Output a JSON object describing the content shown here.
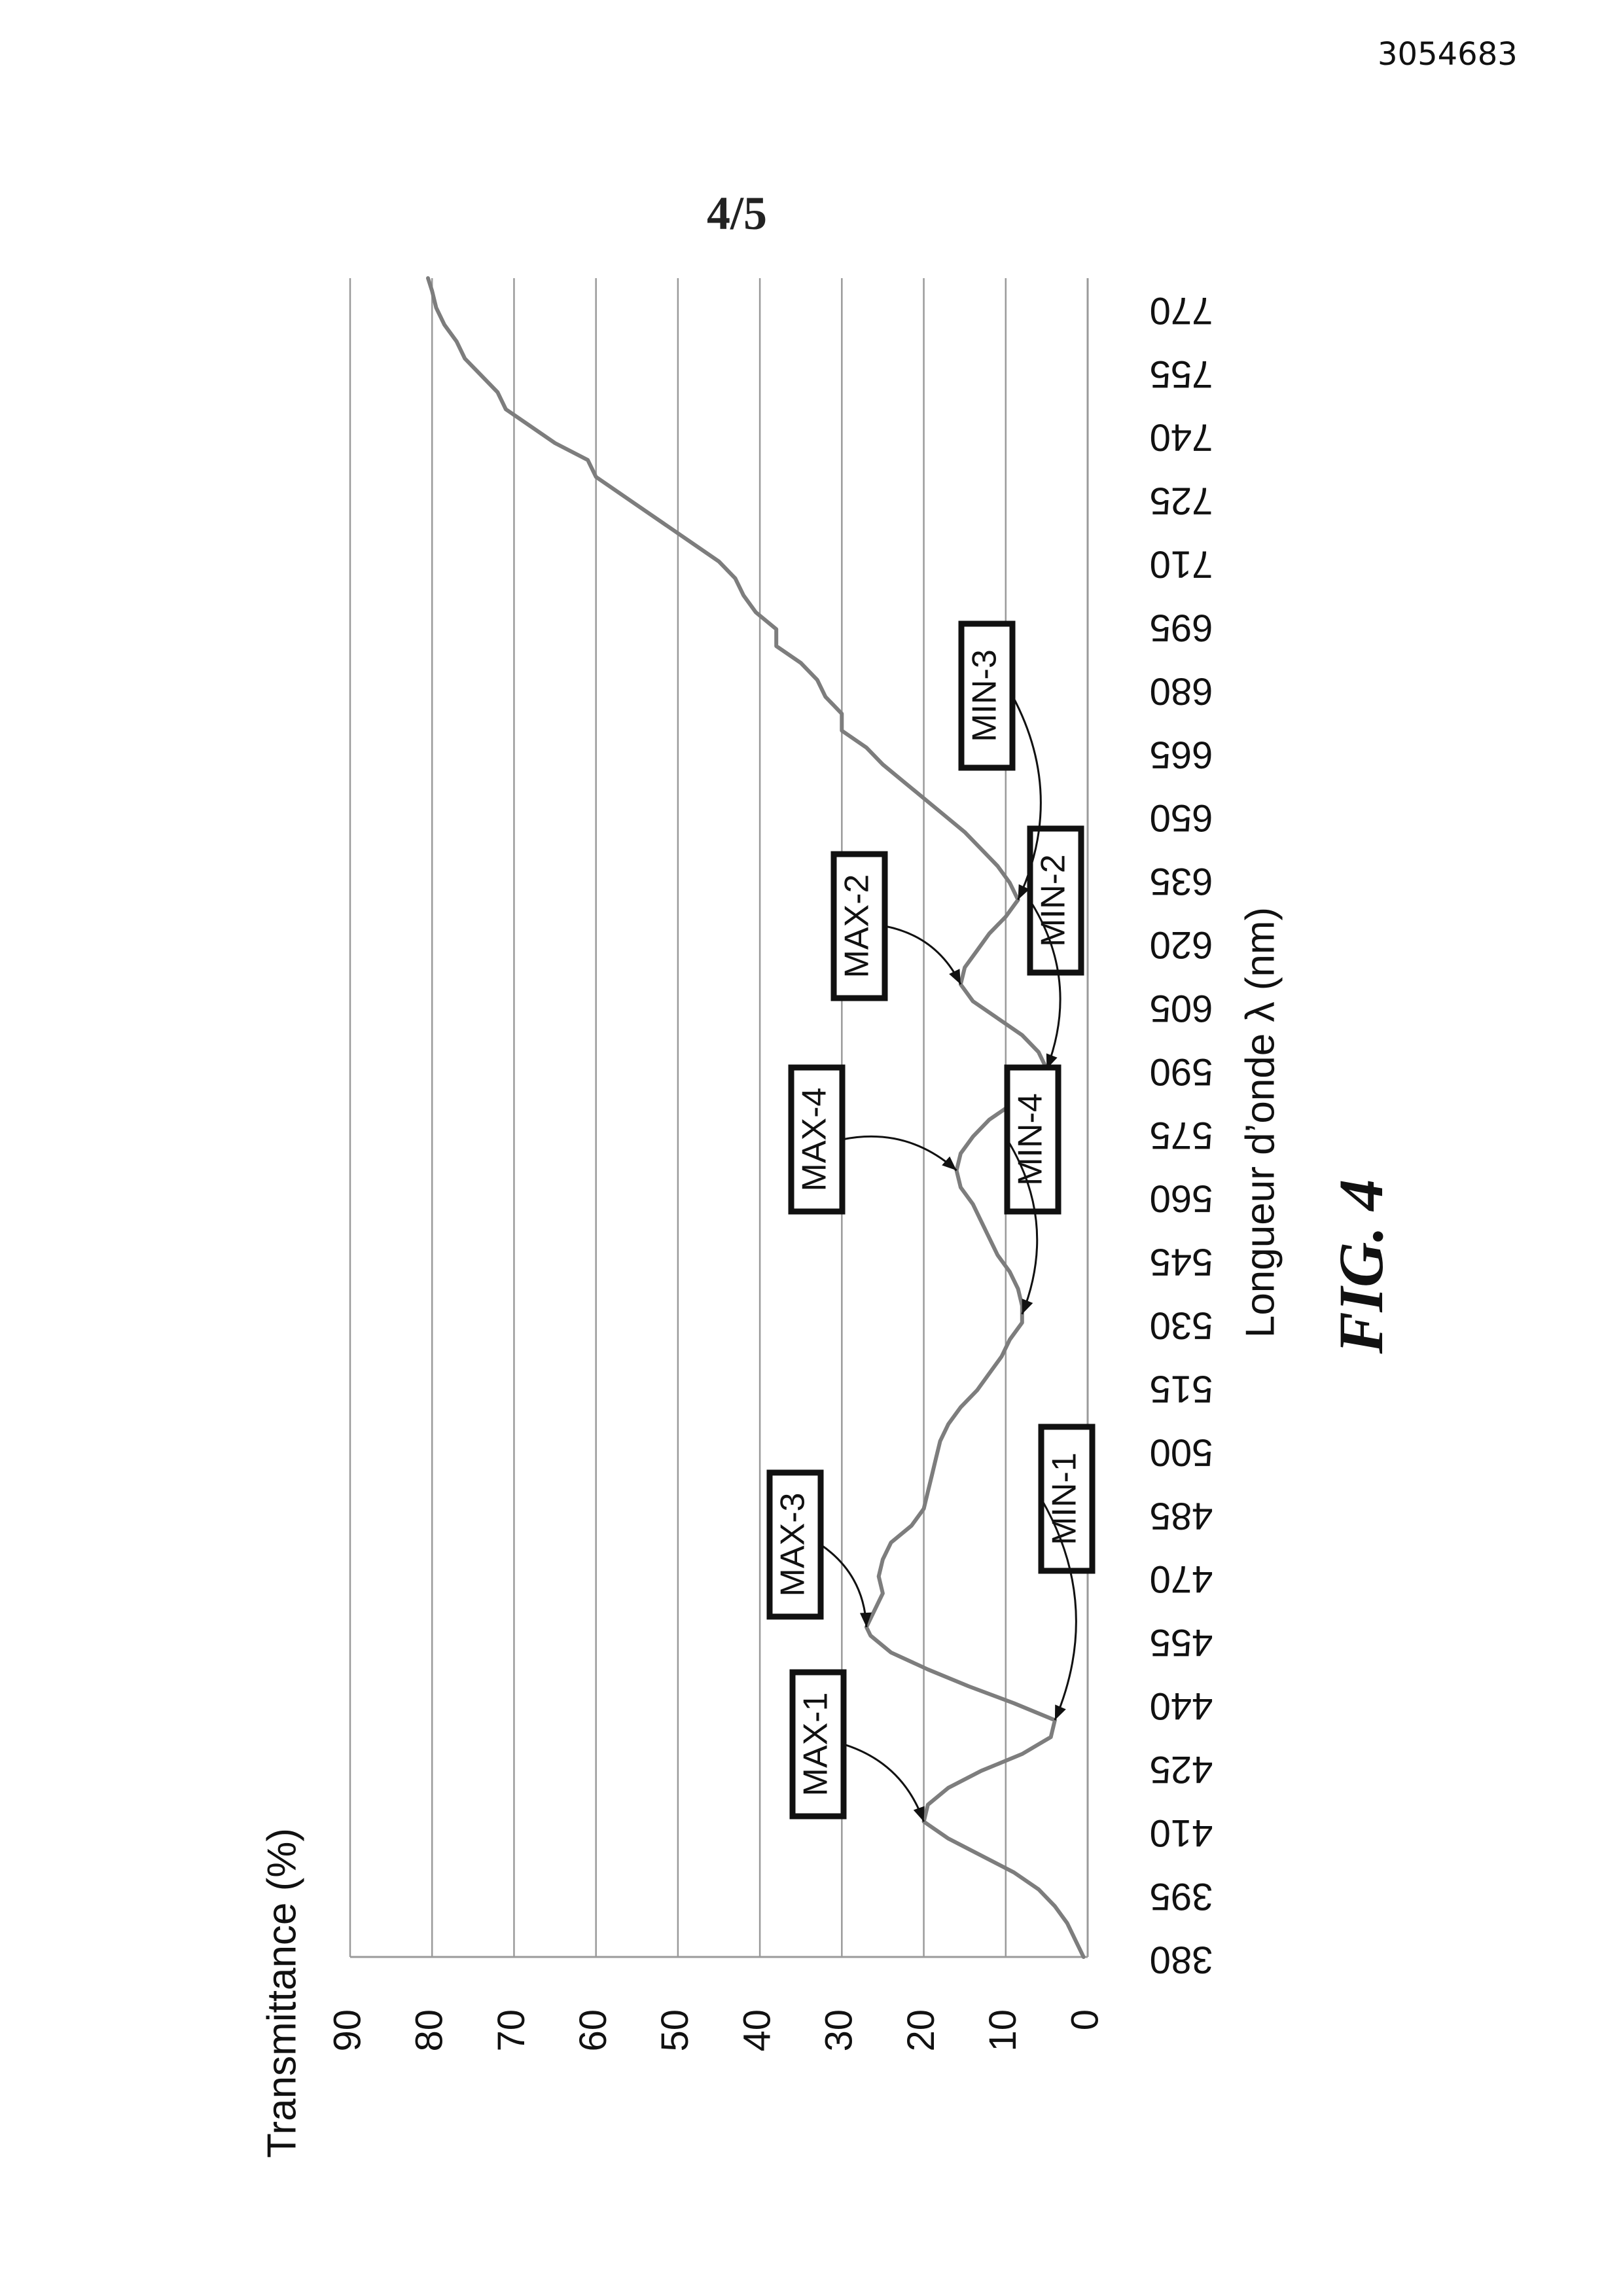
{
  "document": {
    "number": "3054683",
    "sheet": "4/5",
    "figure_caption": "FIG. 4"
  },
  "chart_data": {
    "type": "line",
    "title": "",
    "xlabel": "Longueur d’onde λ  (nm)",
    "ylabel": "Transmittance (%)",
    "xlim": [
      380,
      777
    ],
    "ylim": [
      0,
      90
    ],
    "x_ticks": [
      380,
      395,
      410,
      425,
      440,
      455,
      470,
      485,
      500,
      515,
      530,
      545,
      560,
      575,
      590,
      605,
      620,
      635,
      650,
      665,
      680,
      695,
      710,
      725,
      740,
      755,
      770
    ],
    "y_ticks": [
      0,
      10,
      20,
      30,
      40,
      50,
      60,
      70,
      80,
      90
    ],
    "grid": true,
    "orientation": "rotated 90° counterclockwise",
    "series": [
      {
        "points": [
          [
            380,
            0.5
          ],
          [
            384,
            1.5
          ],
          [
            388,
            2.5
          ],
          [
            392,
            4
          ],
          [
            396,
            6
          ],
          [
            400,
            9
          ],
          [
            404,
            13
          ],
          [
            408,
            17
          ],
          [
            412,
            20
          ],
          [
            416,
            19.5
          ],
          [
            420,
            17
          ],
          [
            424,
            13
          ],
          [
            428,
            8
          ],
          [
            432,
            4.5
          ],
          [
            436,
            4
          ],
          [
            440,
            9
          ],
          [
            444,
            14.5
          ],
          [
            448,
            19.5
          ],
          [
            452,
            24
          ],
          [
            456,
            26.5
          ],
          [
            458,
            27
          ],
          [
            462,
            26
          ],
          [
            466,
            25
          ],
          [
            470,
            25.5
          ],
          [
            474,
            25
          ],
          [
            478,
            24
          ],
          [
            482,
            21.5
          ],
          [
            486,
            20
          ],
          [
            490,
            19.5
          ],
          [
            494,
            19
          ],
          [
            498,
            18.5
          ],
          [
            502,
            18
          ],
          [
            506,
            17
          ],
          [
            510,
            15.5
          ],
          [
            514,
            13.5
          ],
          [
            518,
            12
          ],
          [
            522,
            10.5
          ],
          [
            526,
            9.5
          ],
          [
            530,
            8
          ],
          [
            534,
            8
          ],
          [
            538,
            8.5
          ],
          [
            542,
            9.5
          ],
          [
            546,
            11
          ],
          [
            550,
            12
          ],
          [
            554,
            13
          ],
          [
            558,
            14
          ],
          [
            562,
            15.5
          ],
          [
            566,
            16
          ],
          [
            570,
            15.5
          ],
          [
            574,
            14
          ],
          [
            578,
            12
          ],
          [
            582,
            9
          ],
          [
            586,
            6.5
          ],
          [
            590,
            5
          ],
          [
            594,
            6
          ],
          [
            598,
            8
          ],
          [
            602,
            11
          ],
          [
            606,
            14
          ],
          [
            610,
            15.5
          ],
          [
            614,
            15
          ],
          [
            618,
            13.5
          ],
          [
            622,
            12
          ],
          [
            626,
            10
          ],
          [
            630,
            8.5
          ],
          [
            634,
            9.5
          ],
          [
            638,
            11
          ],
          [
            642,
            13
          ],
          [
            646,
            15
          ],
          [
            650,
            17.5
          ],
          [
            654,
            20
          ],
          [
            658,
            22.5
          ],
          [
            662,
            25
          ],
          [
            666,
            27
          ],
          [
            670,
            30
          ],
          [
            674,
            30
          ],
          [
            678,
            32
          ],
          [
            682,
            33
          ],
          [
            686,
            35
          ],
          [
            690,
            38
          ],
          [
            694,
            38
          ],
          [
            698,
            40.5
          ],
          [
            702,
            42
          ],
          [
            706,
            43
          ],
          [
            710,
            45
          ],
          [
            714,
            48
          ],
          [
            718,
            51
          ],
          [
            722,
            54
          ],
          [
            726,
            57
          ],
          [
            730,
            60
          ],
          [
            734,
            61
          ],
          [
            738,
            65
          ],
          [
            742,
            68
          ],
          [
            746,
            71
          ],
          [
            750,
            72
          ],
          [
            754,
            74
          ],
          [
            758,
            76
          ],
          [
            762,
            77
          ],
          [
            766,
            78.5
          ],
          [
            770,
            79.5
          ],
          [
            774,
            80
          ],
          [
            777,
            80.5
          ]
        ]
      }
    ],
    "annotations": [
      {
        "label": "MAX-1",
        "x": 412,
        "y": 20
      },
      {
        "label": "MIN-1",
        "x": 436,
        "y": 4
      },
      {
        "label": "MAX-3",
        "x": 458,
        "y": 27
      },
      {
        "label": "MIN-4",
        "x": 532,
        "y": 8
      },
      {
        "label": "MAX-4",
        "x": 566,
        "y": 16
      },
      {
        "label": "MIN-2",
        "x": 590,
        "y": 5
      },
      {
        "label": "MAX-2",
        "x": 610,
        "y": 15.5
      },
      {
        "label": "MIN-3",
        "x": 630,
        "y": 8.5
      }
    ]
  }
}
